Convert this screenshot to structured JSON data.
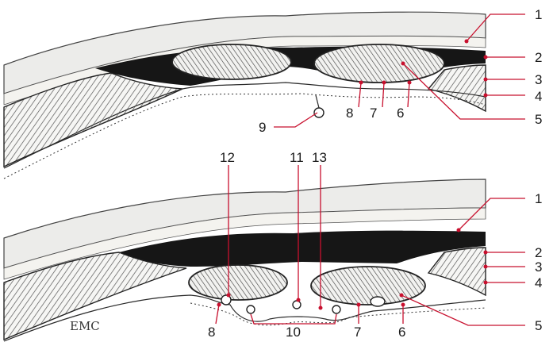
{
  "figure": {
    "top_panel": {
      "labels_right": [
        "1",
        "2",
        "3",
        "4",
        "5"
      ],
      "labels_bottom": [
        "9",
        "8",
        "7",
        "6"
      ]
    },
    "bottom_panel": {
      "labels_top": [
        "12",
        "11",
        "13"
      ],
      "labels_right": [
        "1",
        "2",
        "3",
        "4",
        "5"
      ],
      "labels_bottom": [
        "8",
        "10",
        "7",
        "6"
      ]
    },
    "logo_text": "EMC"
  }
}
